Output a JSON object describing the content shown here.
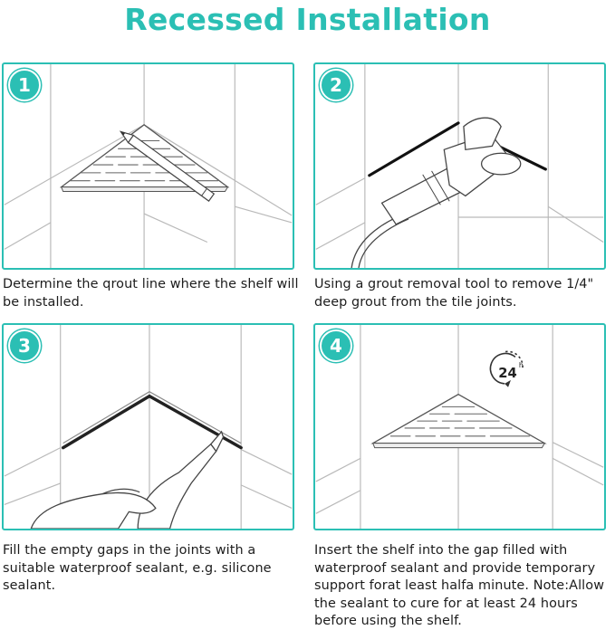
{
  "title": "Recessed Installation",
  "accent_color": "#2bbfb4",
  "steps": [
    {
      "number": "1",
      "caption": "Determine the qrout line where the shelf will be installed."
    },
    {
      "number": "2",
      "caption": "Using a grout removal tool to remove 1/4\" deep grout from the tile joints."
    },
    {
      "number": "3",
      "caption": "Fill the empty gaps in the joints with a suitable waterproof sealant, e.g. silicone sealant."
    },
    {
      "number": "4",
      "caption": "Insert the shelf into the gap filled with waterproof sealant and provide temporary support forat least halfa minute. Note:Allow the sealant to cure for at least 24 hours before using the shelf."
    }
  ],
  "timer_badge": {
    "value": "24",
    "unit": "h",
    "icon": "clock-arrow-icon"
  },
  "icons": [
    "pencil-icon",
    "grout-removal-tool-icon",
    "sealant-gun-icon",
    "corner-shelf-icon",
    "clock-arrow-icon"
  ]
}
